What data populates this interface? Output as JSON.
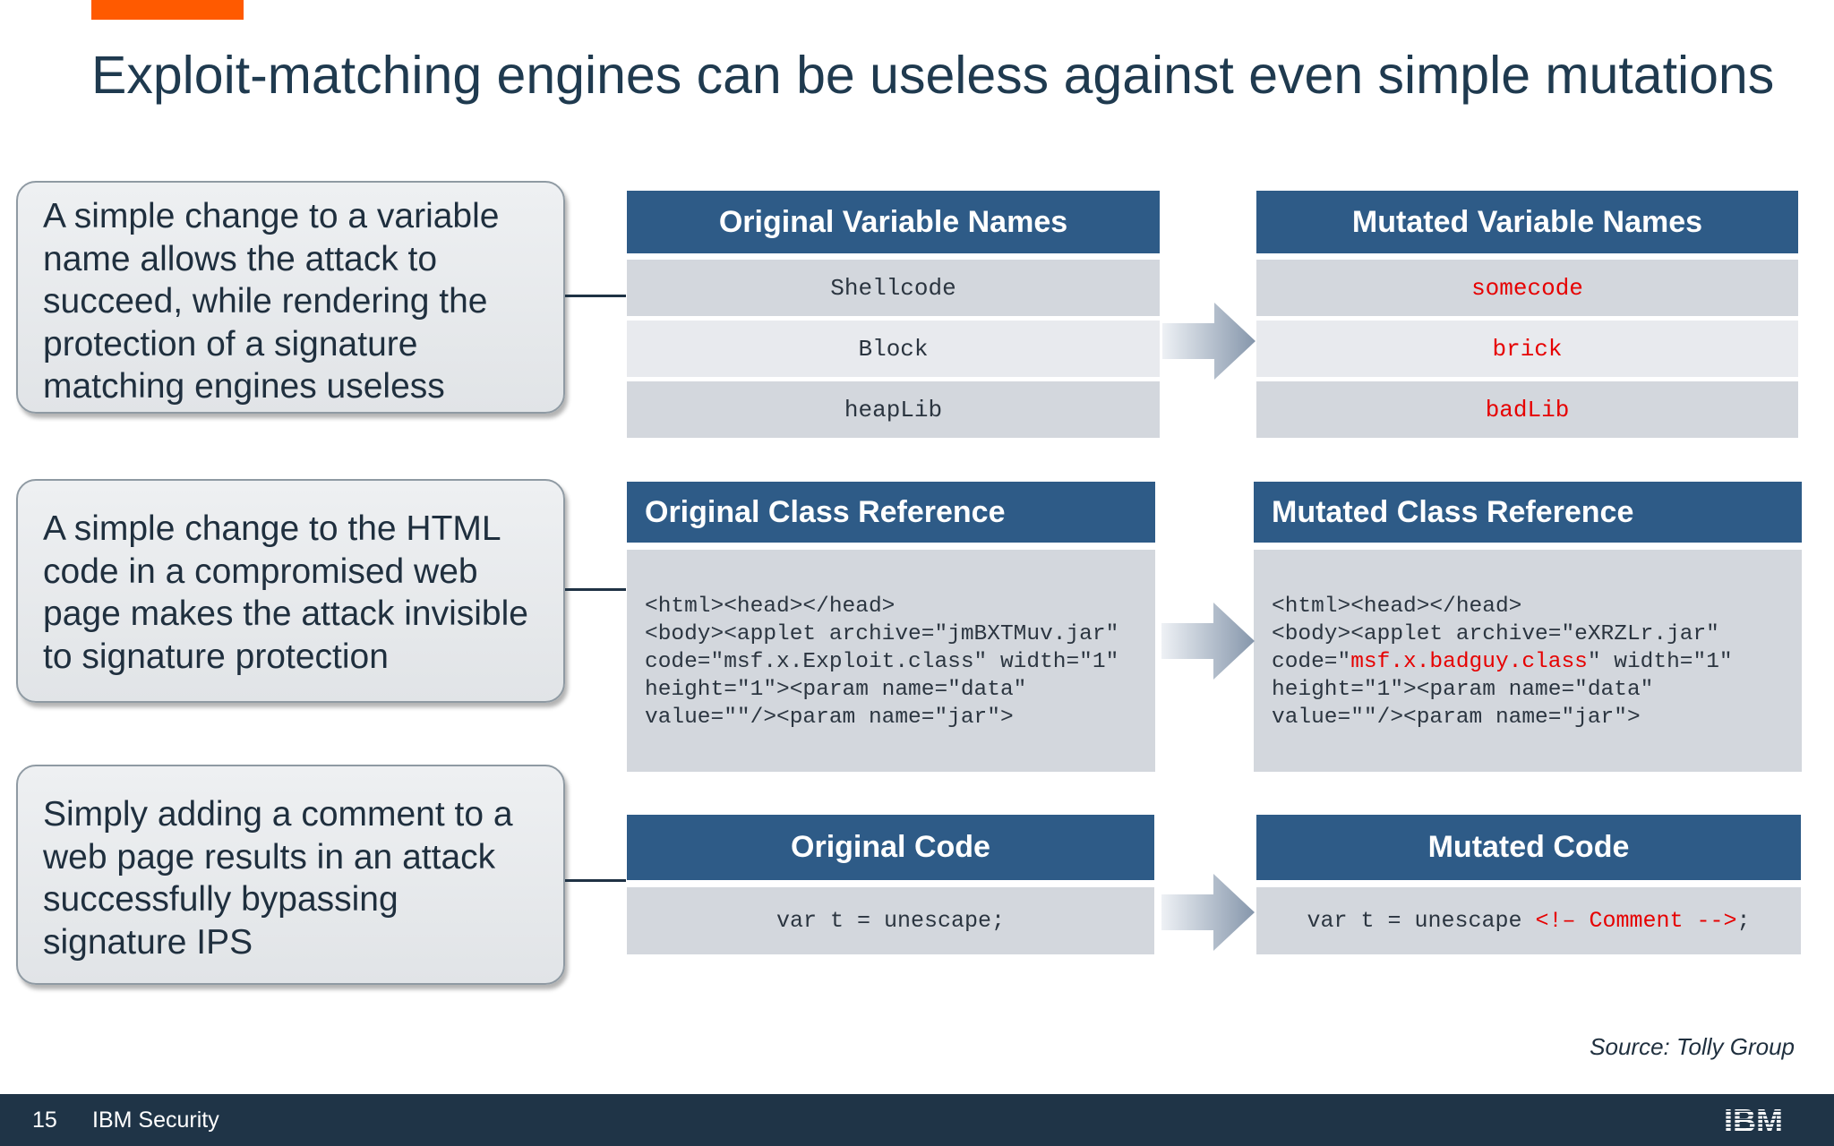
{
  "title": "Exploit-matching engines can be useless against even simple mutations",
  "colors": {
    "accent": "#ff5a00",
    "header": "#2e5b87",
    "footer": "#1f3447",
    "mutated_text": "#e60000"
  },
  "callouts": [
    "A simple change to a variable name allows the attack to succeed, while rendering the protection of a signature matching engines useless",
    "A simple change to the HTML code in a compromised web page makes the attack invisible to signature protection",
    "Simply adding a comment to a web page results in an attack successfully bypassing signature IPS"
  ],
  "variables": {
    "original_header": "Original Variable Names",
    "mutated_header": "Mutated Variable Names",
    "original": [
      "Shellcode",
      "Block",
      "heapLib"
    ],
    "mutated": [
      "somecode",
      "brick",
      "badLib"
    ]
  },
  "class_ref": {
    "original_header": "Original Class Reference",
    "mutated_header": "Mutated Class Reference",
    "original_lines": [
      "<html><head></head>",
      "<body><applet archive=\"jmBXTMuv.jar\"",
      "code=\"msf.x.Exploit.class\" width=\"1\"",
      "height=\"1\"><param name=\"data\"",
      "value=\"\"/><param name=\"jar\">"
    ],
    "mutated_line1": "<html><head></head>",
    "mutated_line2": "<body><applet archive=\"eXRZLr.jar\"",
    "mutated_line3_pre": "code=\"",
    "mutated_line3_red": "msf.x.badguy.class",
    "mutated_line3_post": "\" width=\"1\"",
    "mutated_line4": "height=\"1\"><param name=\"data\"",
    "mutated_line5": "value=\"\"/><param name=\"jar\">"
  },
  "code": {
    "original_header": "Original Code",
    "mutated_header": "Mutated Code",
    "original": "var t = unescape;",
    "mutated_pre": "var t = unescape ",
    "mutated_red": "<!– Comment -->",
    "mutated_post": ";"
  },
  "source": "Source: Tolly Group",
  "footer": {
    "page": "15",
    "brand": "IBM Security",
    "logo_text": "IBM"
  }
}
